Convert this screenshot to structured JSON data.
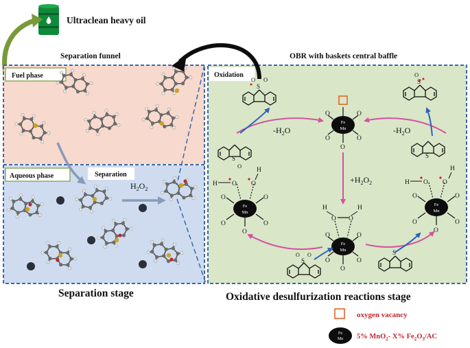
{
  "top": {
    "title": "Ultraclean heavy oil",
    "left_heading": "Separation funnel",
    "right_heading": "OBR with baskets central baffle"
  },
  "funnel": {
    "fuel_phase": "Fuel phase",
    "aqueous_phase": "Aqueous phase",
    "separation": "Separation",
    "h2o2": "H",
    "h2o2_sub1": "2",
    "h2o2_mid": "O",
    "h2o2_sub2": "2",
    "stage_title": "Separation stage"
  },
  "obr": {
    "oxidation": "Oxidation",
    "minus_h2o_left": "-H",
    "minus_h2o_left_sub": "2",
    "minus_h2o_left_end": "O",
    "minus_h2o_right": "-H",
    "minus_h2o_right_sub": "2",
    "minus_h2o_right_end": "O",
    "plus_h2o2": "+H",
    "plus_h2o2_sub1": "2",
    "plus_h2o2_mid": "O",
    "plus_h2o2_sub2": "2",
    "fe": "Fe",
    "mn": "Mn",
    "o": "O",
    "h": "H",
    "s": "S",
    "stage_title": "Oxidative desulfurization reactions stage"
  },
  "legend": {
    "vacancy": "oxygen vacancy",
    "catalyst_prefix": "5% MnO",
    "catalyst_sub1": "2",
    "catalyst_mid": "- X% Fe",
    "catalyst_sub2": "2",
    "catalyst_mid2": "O",
    "catalyst_sub3": "3",
    "catalyst_end": "/AC"
  },
  "colors": {
    "fuel_bg": "#f7d9cd",
    "aqueous_bg": "#cfdcef",
    "obr_bg": "#d9e6c8",
    "frame": "#3f66a8",
    "magenta_arrow": "#d3529d",
    "blue_arrow": "#2f62b8",
    "legend_text": "#c0272d",
    "vacancy": "#e0662d",
    "catalyst": "#0d0d0d"
  }
}
